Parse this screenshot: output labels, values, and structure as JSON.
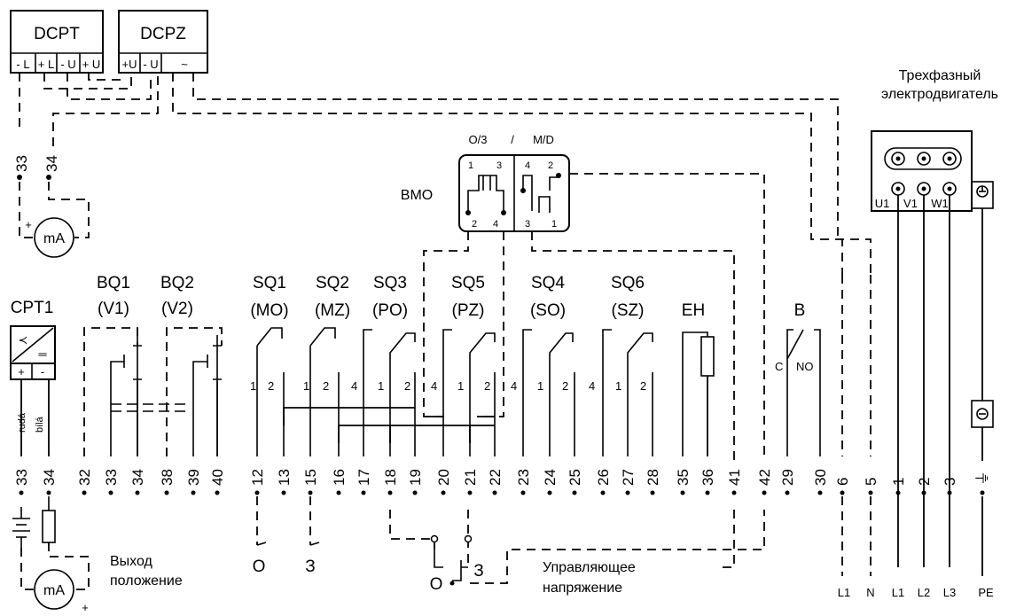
{
  "modules": {
    "dcpt": {
      "title": "DCPT",
      "terminals": [
        "- L",
        "+ L",
        "- U",
        "+ U"
      ]
    },
    "dcpz": {
      "title": "DCPZ",
      "terminals": [
        "+U",
        "- U",
        "~"
      ]
    }
  },
  "motor": {
    "title_line1": "Трехфазный",
    "title_line2": "электродвигатель",
    "windings": [
      "U1",
      "V1",
      "W1"
    ]
  },
  "bmo": {
    "label": "BMO",
    "mode1": "O/3",
    "slash": "/",
    "mode2": "M/D",
    "contacts": [
      "1",
      "3",
      "4",
      "2",
      "2",
      "4",
      "3",
      "1"
    ]
  },
  "top_terminals": [
    "33",
    "34"
  ],
  "ma_label": "mA",
  "plus": "+",
  "cpt1": {
    "label": "CPT1",
    "plus": "+",
    "minus": "-",
    "wire1": "rudá",
    "wire2": "bílá"
  },
  "bq": [
    {
      "name": "BQ1",
      "sub": "(V1)"
    },
    {
      "name": "BQ2",
      "sub": "(V2)"
    }
  ],
  "switches": [
    {
      "name": "SQ1",
      "sub": "(MO)",
      "pins": [
        "1",
        "2"
      ]
    },
    {
      "name": "SQ2",
      "sub": "(MZ)",
      "pins": [
        "1",
        "2"
      ]
    },
    {
      "name": "SQ3",
      "sub": "(PO)",
      "pins": [
        "4",
        "1",
        "2"
      ]
    },
    {
      "name": "SQ5",
      "sub": "(PZ)",
      "pins": [
        "4",
        "1",
        "2"
      ]
    },
    {
      "name": "SQ4",
      "sub": "(SO)",
      "pins": [
        "4",
        "1",
        "2"
      ]
    },
    {
      "name": "SQ6",
      "sub": "(SZ)",
      "pins": [
        "4",
        "1",
        "2"
      ]
    }
  ],
  "eh": {
    "label": "EH"
  },
  "relay_b": {
    "label": "B",
    "c": "C",
    "no": "NO"
  },
  "terminal_row": [
    "33",
    "34",
    "32",
    "33",
    "34",
    "38",
    "39",
    "40",
    "12",
    "13",
    "15",
    "16",
    "17",
    "18",
    "19",
    "20",
    "21",
    "22",
    "23",
    "24",
    "25",
    "26",
    "27",
    "28",
    "35",
    "36",
    "41",
    "42",
    "29",
    "30",
    "6",
    "5",
    "1",
    "2",
    "3",
    "⏚"
  ],
  "bottom": {
    "o_label": "O",
    "z_label": "З",
    "output_line1": "Выход",
    "output_line2": "положение",
    "control_line1": "Управляющее",
    "control_line2": "напряжение",
    "supply_labels": [
      "L1",
      "N",
      "L1",
      "L2",
      "L3",
      "PE"
    ]
  }
}
